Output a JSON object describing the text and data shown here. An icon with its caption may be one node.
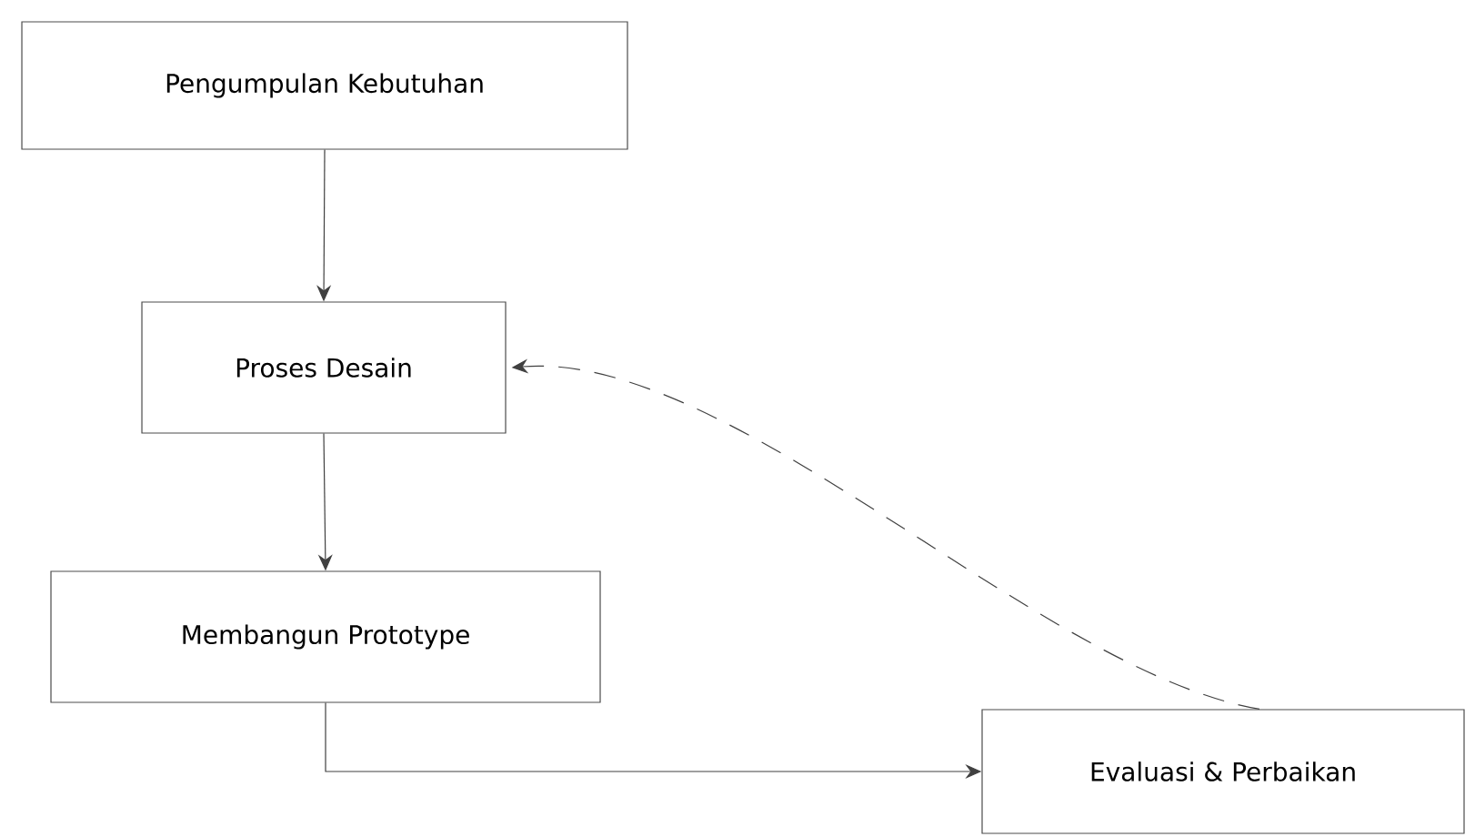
{
  "diagram": {
    "nodes": [
      {
        "text": [
          "Pengumpulan Kebutuhan"
        ]
      },
      {
        "text": [
          "Proses Desain"
        ]
      },
      {
        "text": [
          "Membangun Prototype"
        ]
      },
      {
        "text": [
          "Evaluasi & Perbaikan"
        ]
      }
    ],
    "edges": [
      {
        "from": 0,
        "to": 1,
        "arrow": "to"
      },
      {
        "from": 1,
        "to": 2,
        "arrow": "to"
      },
      {
        "from": 2,
        "to": 3,
        "arrow": "to"
      },
      {
        "from": 3,
        "to": 1,
        "arrow": "to",
        "style": "dashed"
      }
    ]
  }
}
